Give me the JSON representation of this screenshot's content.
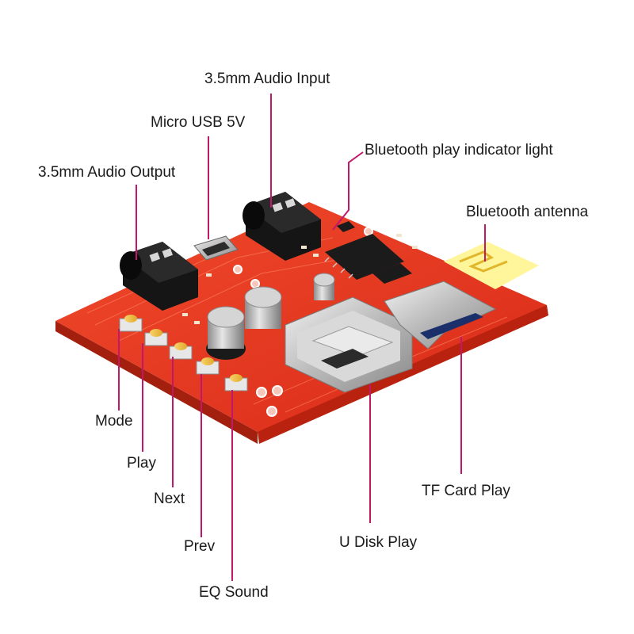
{
  "labels": {
    "audio_input": "3.5mm Audio Input",
    "micro_usb": "Micro USB 5V",
    "bt_indicator": "Bluetooth play indicator light",
    "audio_output": "3.5mm Audio Output",
    "bt_antenna": "Bluetooth antenna",
    "mode": "Mode",
    "play": "Play",
    "next": "Next",
    "prev": "Prev",
    "eq_sound": "EQ Sound",
    "u_disk": "U Disk Play",
    "tf_card": "TF Card Play"
  },
  "colors": {
    "board": "#e8321e",
    "callout": "#c2186b",
    "text": "#1a1a1a"
  }
}
